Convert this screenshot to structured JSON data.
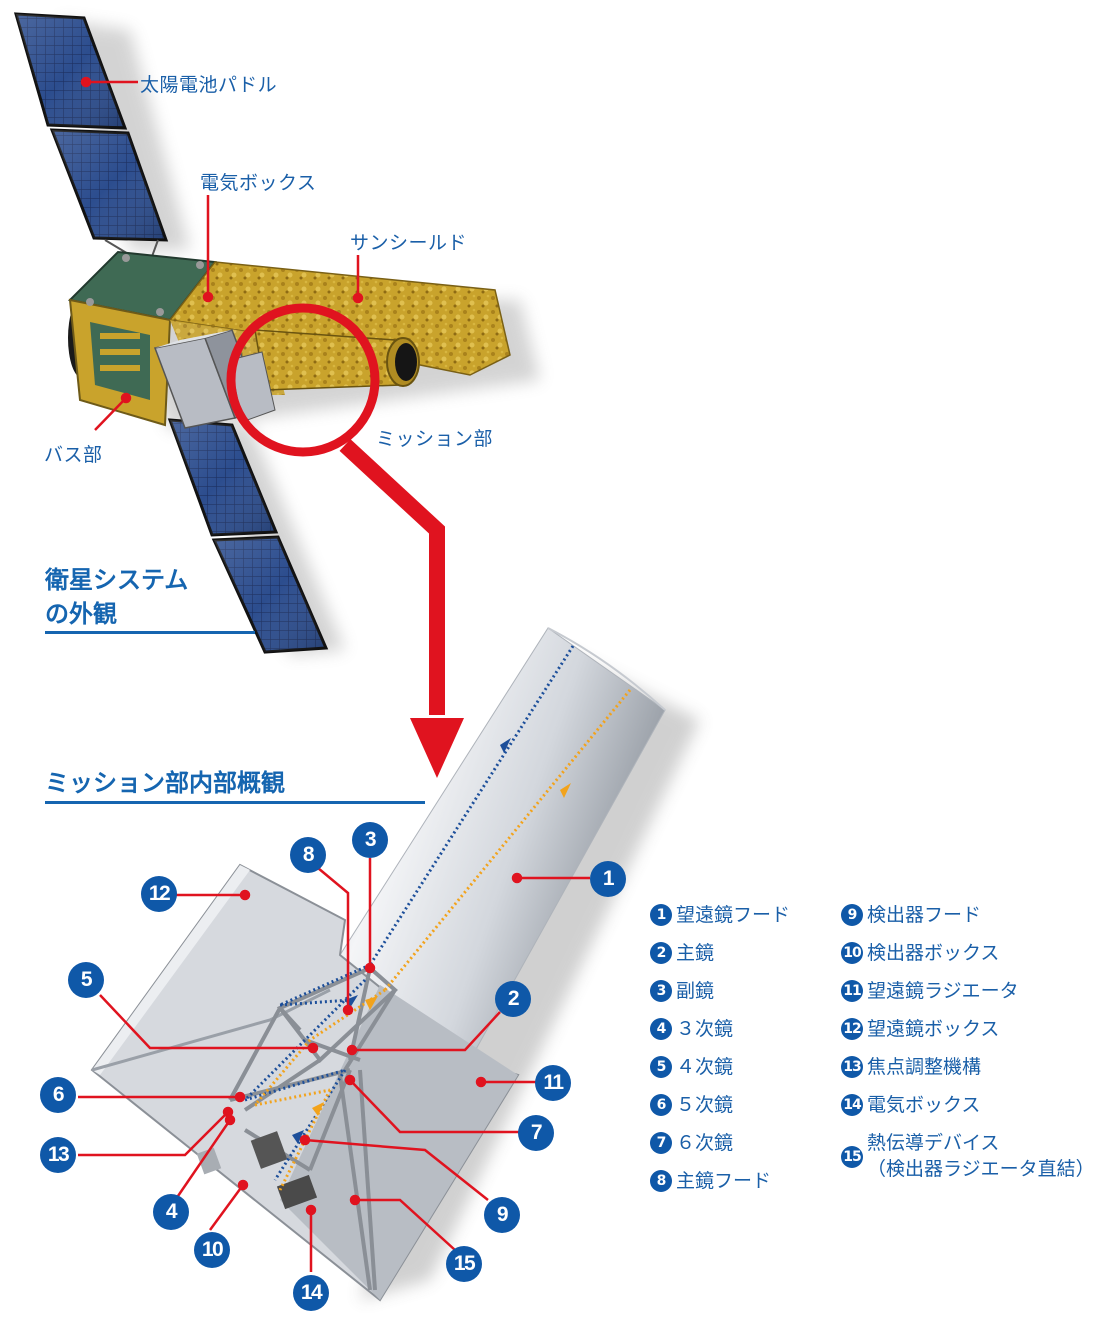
{
  "colors": {
    "label_blue": "#1a5fa8",
    "callout_blue": "#0f58a8",
    "leader_red": "#e0131f",
    "ray_blue": "#1d4f9a",
    "ray_orange": "#f2a31c",
    "gold": "#c9a32c",
    "panel_blue": "#2c4d8e"
  },
  "exterior": {
    "heading_line1": "衛星システム",
    "heading_line2": "の外観",
    "labels": {
      "solar_paddle": "太陽電池パドル",
      "electric_box": "電気ボックス",
      "sun_shield": "サンシールド",
      "bus": "バス部",
      "mission": "ミッション部"
    }
  },
  "interior": {
    "heading": "ミッション部内部概観",
    "callouts": [
      "1",
      "2",
      "3",
      "4",
      "5",
      "6",
      "7",
      "8",
      "9",
      "10",
      "11",
      "12",
      "13",
      "14",
      "15"
    ]
  },
  "legend": {
    "left": [
      {
        "num": "1",
        "text": "望遠鏡フード"
      },
      {
        "num": "2",
        "text": "主鏡"
      },
      {
        "num": "3",
        "text": "副鏡"
      },
      {
        "num": "4",
        "text": "３次鏡"
      },
      {
        "num": "5",
        "text": "４次鏡"
      },
      {
        "num": "6",
        "text": "５次鏡"
      },
      {
        "num": "7",
        "text": "６次鏡"
      },
      {
        "num": "8",
        "text": "主鏡フード"
      }
    ],
    "right": [
      {
        "num": "9",
        "text": "検出器フード"
      },
      {
        "num": "10",
        "text": "検出器ボックス"
      },
      {
        "num": "11",
        "text": "望遠鏡ラジエータ"
      },
      {
        "num": "12",
        "text": "望遠鏡ボックス"
      },
      {
        "num": "13",
        "text": "焦点調整機構"
      },
      {
        "num": "14",
        "text": "電気ボックス"
      },
      {
        "num": "15",
        "text": "熱伝導デバイス",
        "text2": "（検出器ラジエータ直結）"
      }
    ]
  }
}
